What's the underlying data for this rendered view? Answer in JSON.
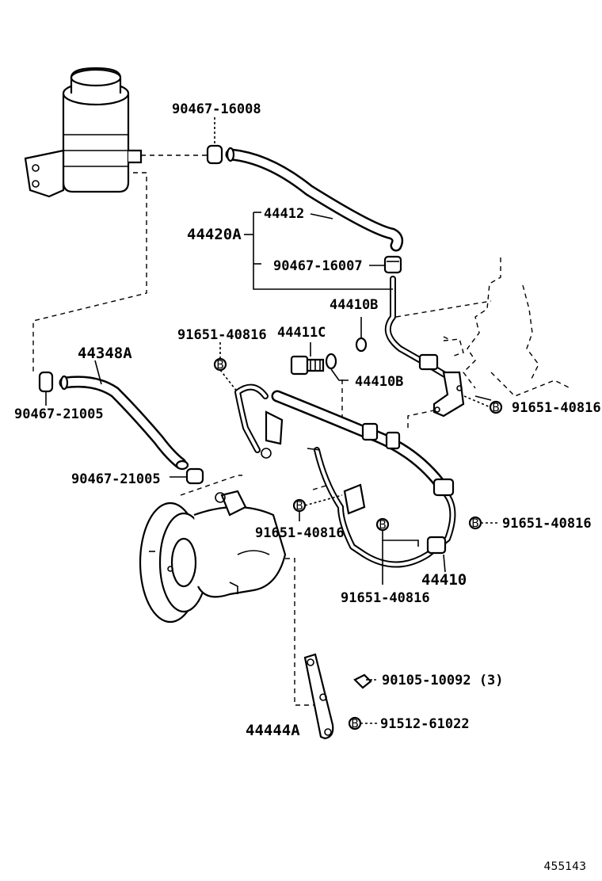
{
  "labels": {
    "clamp_upper": "90467-16008",
    "hose_upper": "44412",
    "assy_return": "44420A",
    "clamp_mid": "90467-16007",
    "gasket_upper": "44410B",
    "bolt_union": "44411C",
    "gasket_lower": "44410B",
    "bolt_left": "91651-40816",
    "hose_suction": "44348A",
    "clamp_left": "90467-21005",
    "clamp_pump": "90467-21005",
    "bolt_right_top": "91651-40816",
    "bolt_center": "91651-40816",
    "bolt_right_mid": "91651-40816",
    "pressure_tube": "44410",
    "bolt_bottom_center": "91651-40816",
    "bolt_bracket": "90105-10092 (3)",
    "bracket": "44444A",
    "bolt_bracket_b": "91512-61022"
  },
  "markers": {
    "b": "B"
  },
  "reference_number": "455143"
}
